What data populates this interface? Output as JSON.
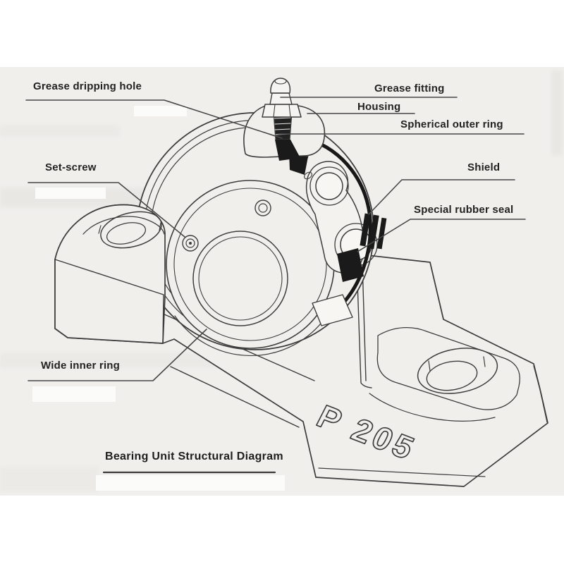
{
  "diagram": {
    "caption": "Bearing Unit Structural Diagram",
    "part_number": "P 205",
    "labels": {
      "grease_dripping_hole": "Grease dripping hole",
      "grease_fitting": "Grease fitting",
      "housing": "Housing",
      "spherical_outer_ring": "Spherical outer ring",
      "set_screw": "Set-screw",
      "shield": "Shield",
      "special_rubber_seal": "Special rubber seal",
      "wide_inner_ring": "Wide inner ring"
    },
    "colors": {
      "background": "#f0efec",
      "paper_white": "#ffffff",
      "line": "#3d3d3d",
      "dark_section_fill": "#1a1a1a",
      "text": "#222220"
    }
  }
}
